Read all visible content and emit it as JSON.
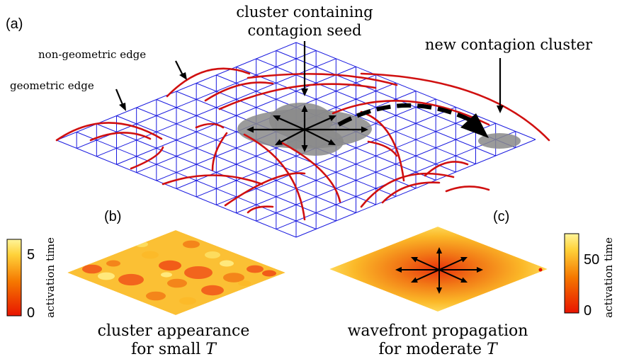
{
  "panel_a": {
    "label": "(a)",
    "annotations": {
      "seed_line1": "cluster containing",
      "seed_line2": "contagion seed",
      "new_cluster": "new contagion cluster",
      "non_geometric": "non-geometric edge",
      "geometric": "geometric edge"
    }
  },
  "panel_b": {
    "label": "(b)",
    "colorbar_label": "activation time",
    "ticks": [
      "5",
      "0"
    ],
    "caption_line1": "cluster appearance",
    "caption_line2_prefix": "for small ",
    "caption_var": "T"
  },
  "panel_c": {
    "label": "(c)",
    "colorbar_label": "activation time",
    "ticks": [
      "50",
      "0"
    ],
    "caption_line1": "wavefront propagation",
    "caption_line2_prefix": "for moderate ",
    "caption_var": "T"
  },
  "colors": {
    "lattice": "#1a1adf",
    "non_geometric_edge": "#d01010",
    "cluster": "#8a8a8a",
    "arrow": "#000000",
    "colormap_low": "#e81400",
    "colormap_high": "#fff59a"
  }
}
